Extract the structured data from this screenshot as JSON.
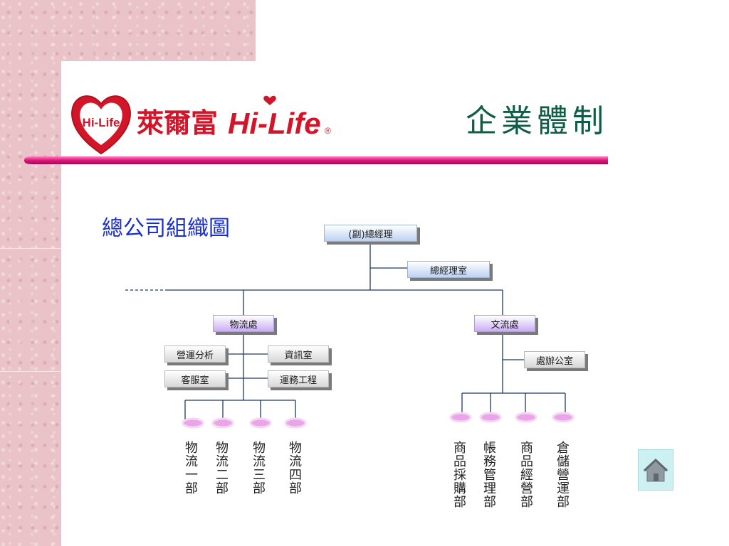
{
  "slide": {
    "title": "企業體制",
    "subtitle": "總公司組織圖"
  },
  "logo": {
    "brand_text": "萊爾富",
    "brand_latin": "Hi-Life",
    "heart_text": "Hi-Life",
    "registered": "®",
    "colors": {
      "red": "#d3152a"
    }
  },
  "org": {
    "top": "(副)總經理",
    "gm_office": "總經理室",
    "logistics_div": "物流處",
    "admin_div": "文流處",
    "logistics_units": [
      "營運分析",
      "資訊室",
      "客服室",
      "運務工程"
    ],
    "admin_unit": "處辦公室",
    "logistics_depts": [
      "物流一部",
      "物流二部",
      "物流三部",
      "物流四部"
    ],
    "admin_depts": [
      "商品採購部",
      "帳務管理部",
      "商品經營部",
      "倉儲營運部"
    ]
  },
  "nav": {
    "home": "home-icon"
  },
  "colors": {
    "title_green": "#0e5d44",
    "subtitle_blue": "#1a2fd0",
    "line_navy": "#1f3a5f",
    "bubble_pink": "#e9a5e8"
  }
}
